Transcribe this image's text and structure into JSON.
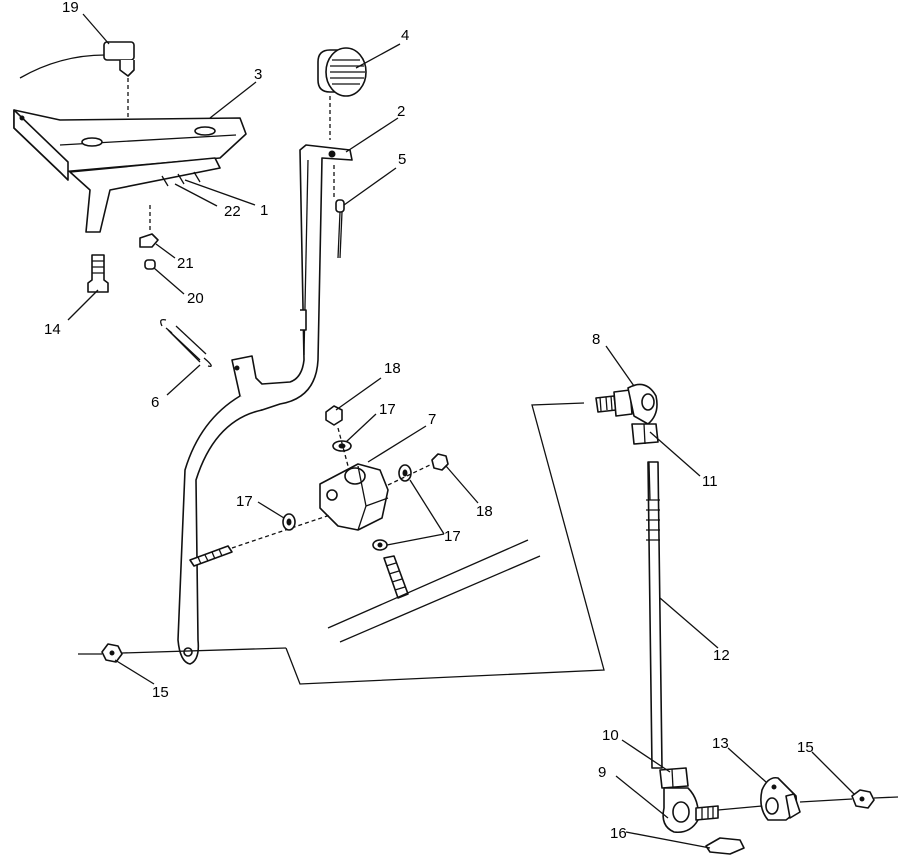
{
  "callouts": [
    "19",
    "3",
    "4",
    "2",
    "5",
    "22",
    "1",
    "21",
    "20",
    "14",
    "6",
    "18",
    "17",
    "7",
    "18",
    "17",
    "17",
    "15",
    "8",
    "11",
    "12",
    "10",
    "13",
    "15",
    "9",
    "16"
  ]
}
